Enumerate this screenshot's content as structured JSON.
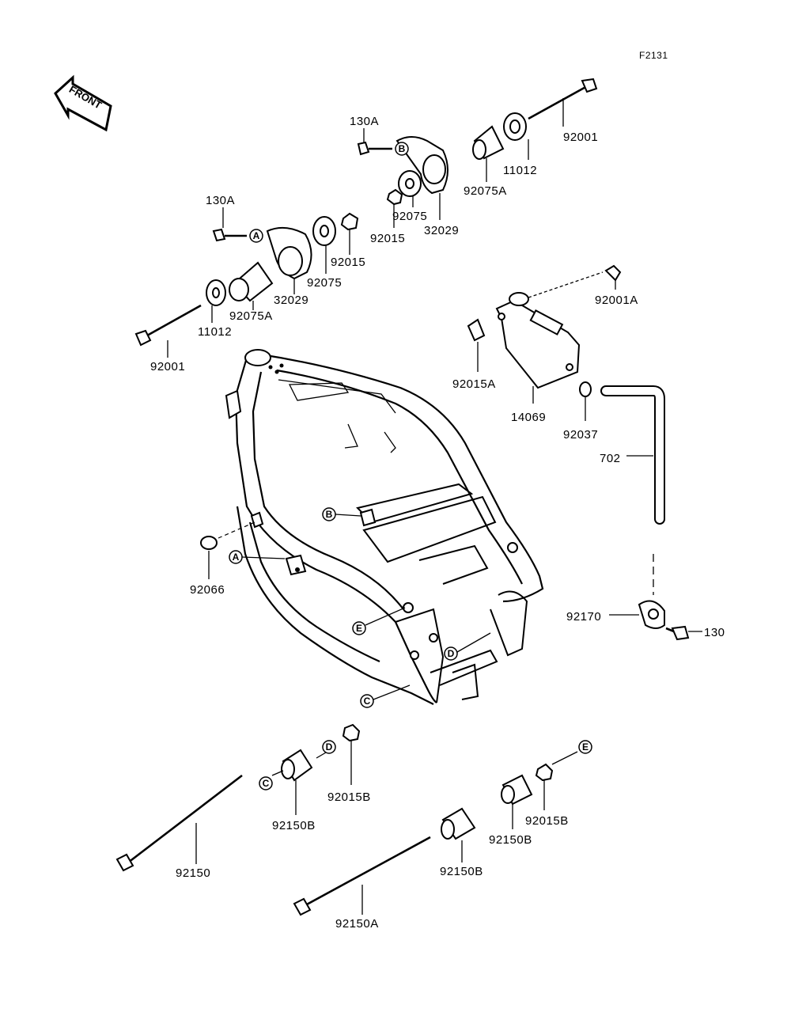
{
  "figure_ref": "F2131",
  "front_label": "FRONT",
  "callouts": [
    {
      "key": "130A_top",
      "text": "130A"
    },
    {
      "key": "92001_top",
      "text": "92001"
    },
    {
      "key": "11012_top",
      "text": "11012"
    },
    {
      "key": "92075A_top",
      "text": "92075A"
    },
    {
      "key": "32029_top",
      "text": "32029"
    },
    {
      "key": "92075_top",
      "text": "92075"
    },
    {
      "key": "92015_top",
      "text": "92015"
    },
    {
      "key": "130A_left",
      "text": "130A"
    },
    {
      "key": "92015_left",
      "text": "92015"
    },
    {
      "key": "92075_left",
      "text": "92075"
    },
    {
      "key": "32029_left",
      "text": "32029"
    },
    {
      "key": "92075A_left",
      "text": "92075A"
    },
    {
      "key": "11012_left",
      "text": "11012"
    },
    {
      "key": "92001_left",
      "text": "92001"
    },
    {
      "key": "92001A",
      "text": "92001A"
    },
    {
      "key": "92015A",
      "text": "92015A"
    },
    {
      "key": "14069",
      "text": "14069"
    },
    {
      "key": "92037",
      "text": "92037"
    },
    {
      "key": "702",
      "text": "702"
    },
    {
      "key": "92066",
      "text": "92066"
    },
    {
      "key": "92170",
      "text": "92170"
    },
    {
      "key": "130",
      "text": "130"
    },
    {
      "key": "92015B_mid",
      "text": "92015B"
    },
    {
      "key": "92150B_mid",
      "text": "92150B"
    },
    {
      "key": "92150",
      "text": "92150"
    },
    {
      "key": "92015B_right",
      "text": "92015B"
    },
    {
      "key": "92150B_right",
      "text": "92150B"
    },
    {
      "key": "92150B_low",
      "text": "92150B"
    },
    {
      "key": "92150A",
      "text": "92150A"
    }
  ],
  "ref_marks": [
    "A",
    "B",
    "C",
    "D",
    "E"
  ]
}
